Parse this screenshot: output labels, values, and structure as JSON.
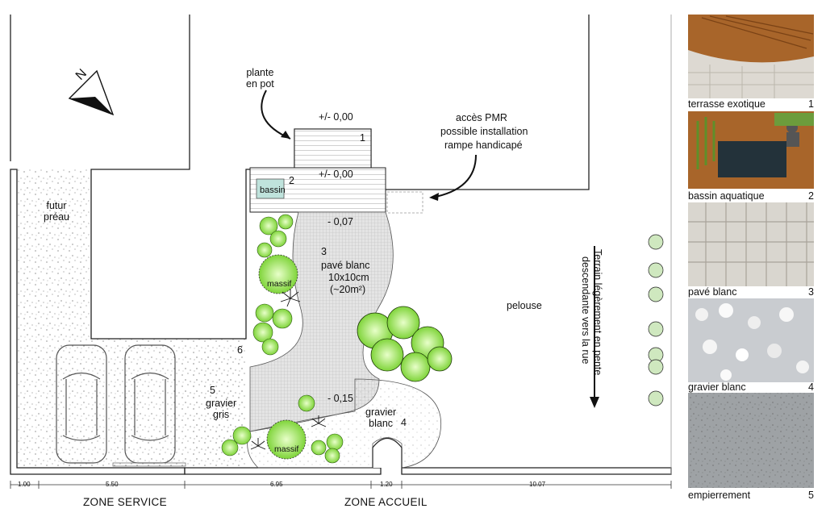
{
  "plan_labels": {
    "plante_en_pot": "plante\nen pot",
    "level_top": "+/- 0,00",
    "level_mid": "+/- 0,00",
    "step_number": "1",
    "bassin": "bassin",
    "bassin_number": "2",
    "pmr_line1": "accès PMR",
    "pmr_line2": "possible installation",
    "pmr_line3": "rampe handicapé",
    "level_paving": "- 0,07",
    "paving_number": "3",
    "paving_line1": "pavé blanc",
    "paving_line2": "10x10cm",
    "paving_line3": "(~20m²)",
    "massif_top": "massif",
    "massif_bottom": "massif",
    "pelouse": "pelouse",
    "slope_line1": "Terrain légèrement en pente",
    "slope_line2": "descendante vers la rue",
    "futur_preau": "futur\npréau",
    "zone6_number": "6",
    "gravier_gris_number": "5",
    "gravier_gris": "gravier\ngris",
    "level_gravel": "- 0,15",
    "gravier_blanc": "gravier\nblanc",
    "gravier_blanc_number": "4"
  },
  "dimensions": [
    "1.00",
    "5.50",
    "6.95",
    "1.20",
    "10.07"
  ],
  "zones": {
    "service": "ZONE SERVICE",
    "accueil": "ZONE ACCUEIL"
  },
  "materials": [
    {
      "name": "terrasse exotique",
      "number": "1"
    },
    {
      "name": "bassin aquatique",
      "number": "2"
    },
    {
      "name": "pavé blanc",
      "number": "3"
    },
    {
      "name": "gravier blanc",
      "number": "4"
    },
    {
      "name": "empierrement",
      "number": "5"
    }
  ],
  "colors": {
    "plant_green": "#7fd43a",
    "water": "#bfe3dc",
    "wood": "#a8652a"
  }
}
